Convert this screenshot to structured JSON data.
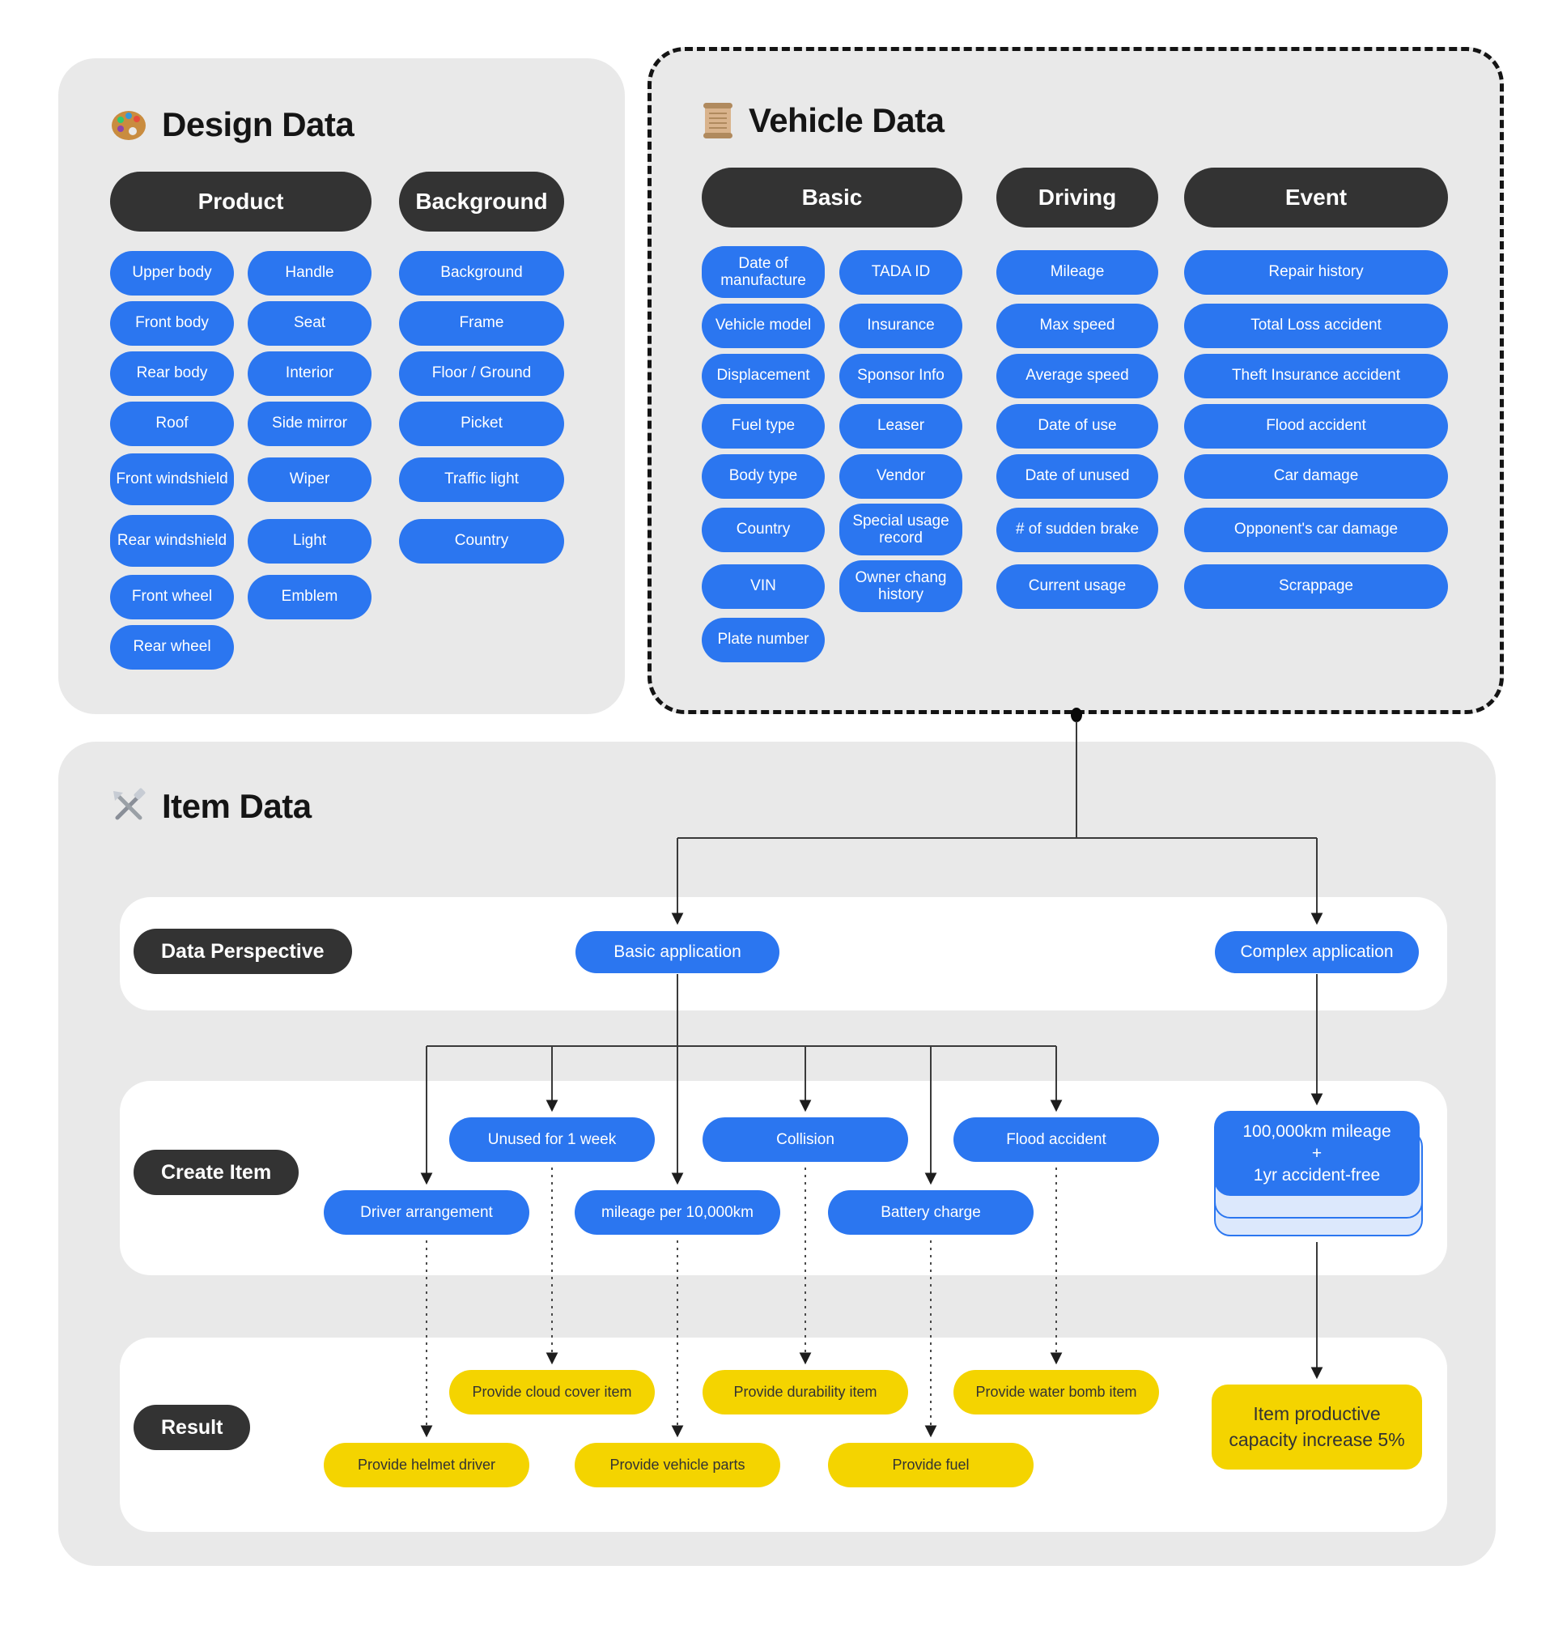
{
  "colors": {
    "accent_blue": "#2B76F0",
    "accent_yellow": "#F4D400",
    "dark_pill": "#333333",
    "panel_gray": "#E9E9E9",
    "stack_light_blue": "#DCE8FC"
  },
  "design": {
    "title": "Design Data",
    "product": {
      "header": "Product",
      "col1": [
        "Upper body",
        "Front body",
        "Rear body",
        "Roof",
        "Front windshield",
        "Rear windshield",
        "Front wheel",
        "Rear wheel"
      ],
      "col2": [
        "Handle",
        "Seat",
        "Interior",
        "Side mirror",
        "Wiper",
        "Light",
        "Emblem"
      ]
    },
    "background": {
      "header": "Background",
      "items": [
        "Background",
        "Frame",
        "Floor / Ground",
        "Picket",
        "Traffic light",
        "Country"
      ]
    }
  },
  "vehicle": {
    "title": "Vehicle Data",
    "basic": {
      "header": "Basic",
      "col1": [
        "Date of manufacture",
        "Vehicle model",
        "Displacement",
        "Fuel type",
        "Body type",
        "Country",
        "VIN",
        "Plate number"
      ],
      "col2": [
        "TADA ID",
        "Insurance",
        "Sponsor Info",
        "Leaser",
        "Vendor",
        "Special usage record",
        "Owner chang history"
      ]
    },
    "driving": {
      "header": "Driving",
      "items": [
        "Mileage",
        "Max speed",
        "Average speed",
        "Date of use",
        "Date of unused",
        "# of sudden brake",
        "Current usage"
      ]
    },
    "event": {
      "header": "Event",
      "items": [
        "Repair history",
        "Total Loss accident",
        "Theft Insurance accident",
        "Flood accident",
        "Car damage",
        "Opponent's car damage",
        "Scrappage"
      ]
    }
  },
  "item": {
    "title": "Item Data",
    "perspective": {
      "label": "Data Perspective",
      "basic": "Basic application",
      "complex": "Complex application"
    },
    "create": {
      "label": "Create Item",
      "top": [
        "Unused for 1 week",
        "Collision",
        "Flood accident"
      ],
      "bottom": [
        "Driver arrangement",
        "mileage per 10,000km",
        "Battery charge"
      ],
      "card_lines": [
        "100,000km mileage",
        "+",
        "1yr accident-free"
      ]
    },
    "result": {
      "label": "Result",
      "top": [
        "Provide cloud cover item",
        "Provide durability item",
        "Provide water bomb item"
      ],
      "bottom": [
        "Provide helmet driver",
        "Provide vehicle parts",
        "Provide fuel"
      ],
      "complex": "Item productive capacity increase 5%"
    }
  }
}
